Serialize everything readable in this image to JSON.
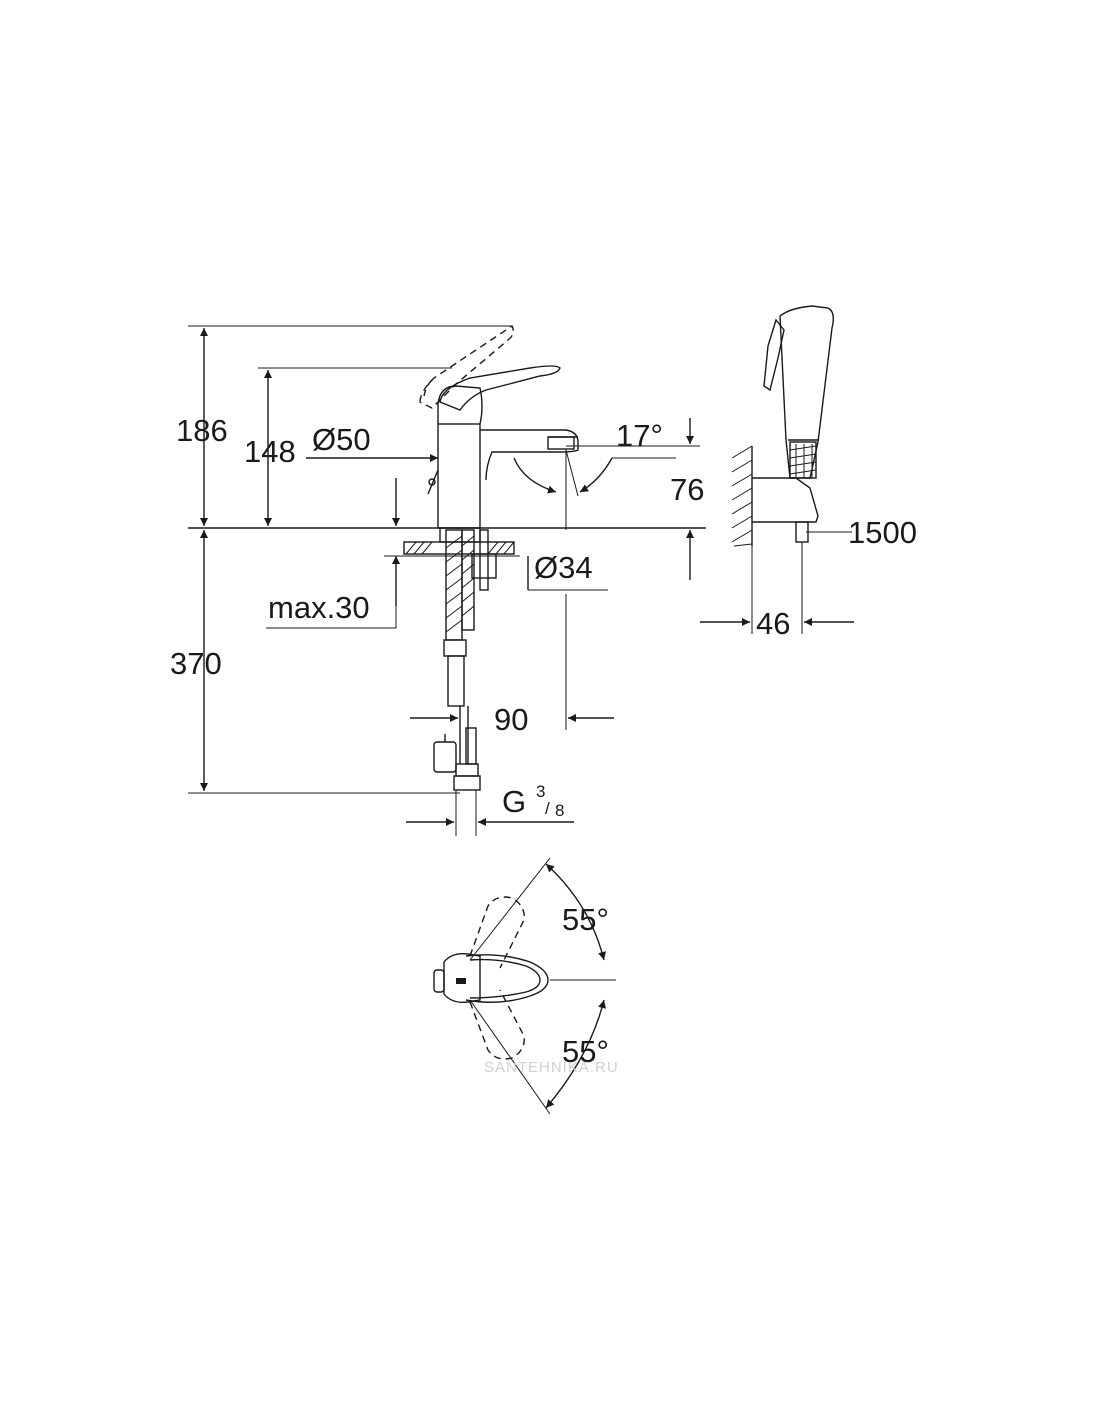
{
  "dimensions": {
    "total_height": "186",
    "lever_height": "148",
    "body_diameter": "Ø50",
    "spout_angle": "17°",
    "spout_height": "76",
    "hose_length": "1500",
    "holder_projection": "46",
    "hole_diameter": "Ø34",
    "max_thickness": "max.30",
    "supply_length": "370",
    "spout_reach": "90",
    "thread_main": "G",
    "thread_num": "3",
    "thread_den": "8",
    "rotation_up": "55°",
    "rotation_down": "55°"
  },
  "watermark": "SANTEHNIKA.RU"
}
